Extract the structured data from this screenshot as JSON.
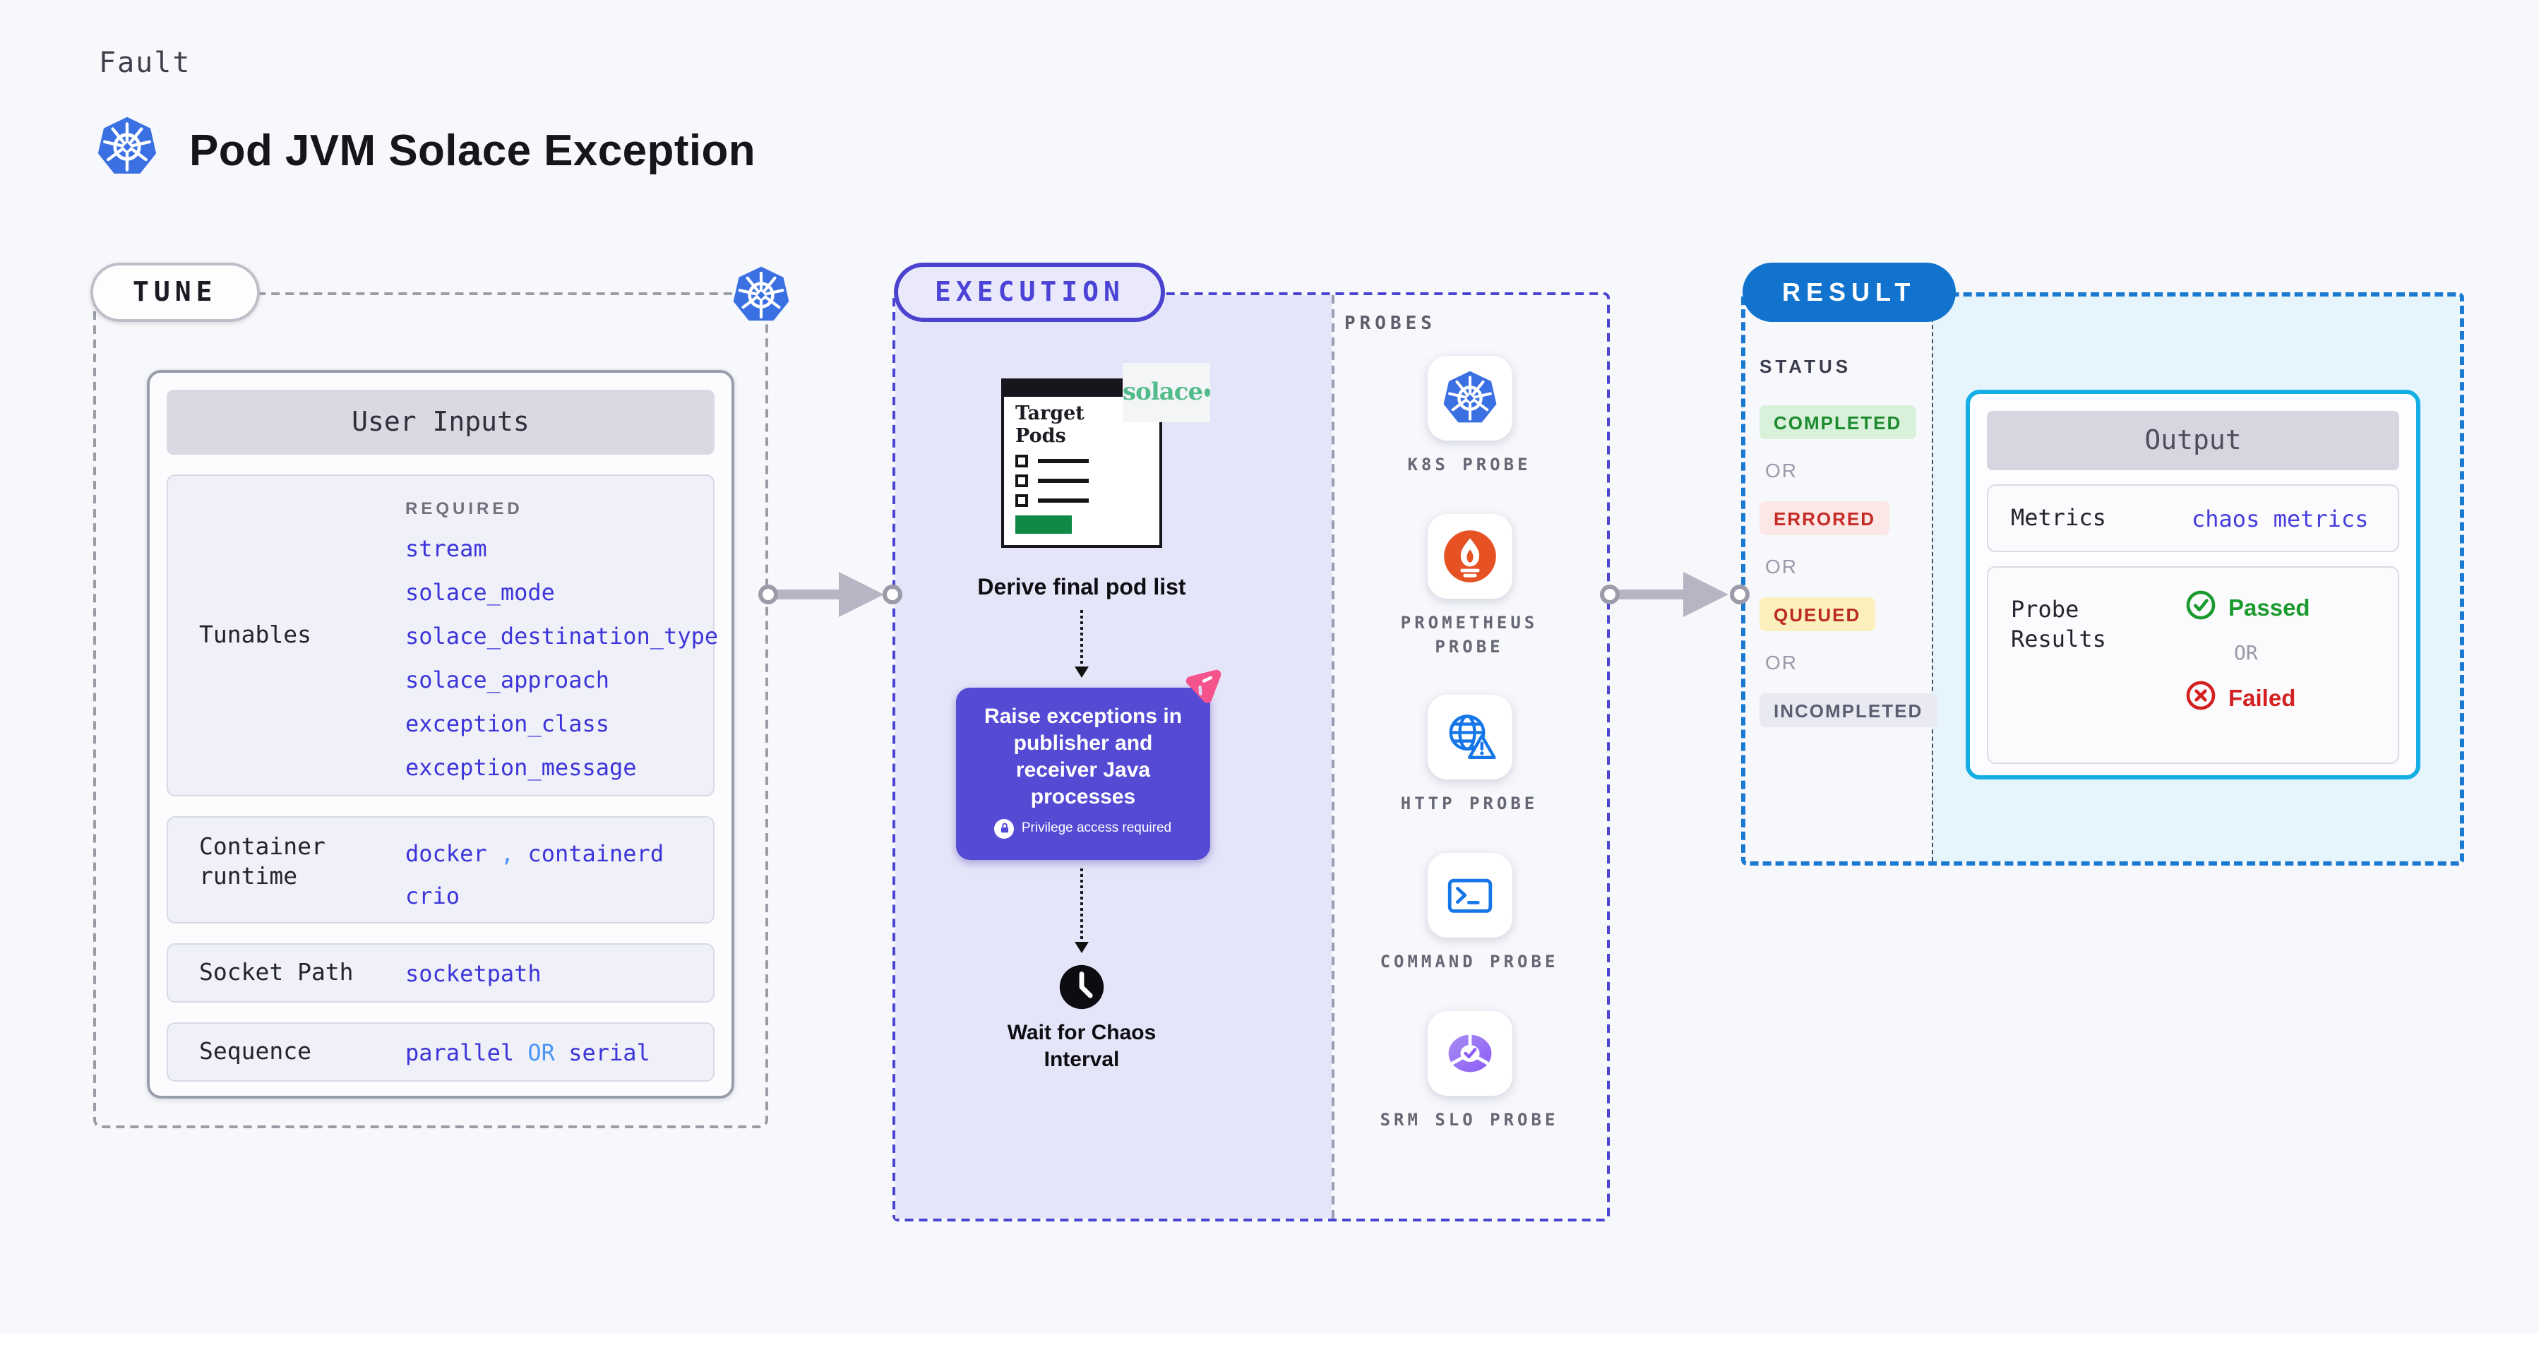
{
  "page": {
    "fault_label": "Fault",
    "title": "Pod JVM Solace Exception"
  },
  "tune": {
    "badge": "TUNE",
    "user_inputs_header": "User Inputs",
    "required_label": "REQUIRED",
    "tunables_label": "Tunables",
    "tunables": [
      "stream",
      "solace_mode",
      "solace_destination_type",
      "solace_approach",
      "exception_class",
      "exception_message"
    ],
    "container_runtime": {
      "label": "Container runtime",
      "value_a": "docker",
      "separator": ",",
      "value_b": "containerd",
      "value_c": "crio"
    },
    "socket_path": {
      "label": "Socket Path",
      "value": "socketpath"
    },
    "sequence": {
      "label": "Sequence",
      "value_a": "parallel",
      "or": "OR",
      "value_b": "serial"
    }
  },
  "execution": {
    "badge": "EXECUTION",
    "target_pods_label": "Target Pods",
    "solace_logo_text": "solace",
    "derive_label": "Derive final pod list",
    "raise_label": "Raise exceptions in publisher and receiver Java processes",
    "privilege_label": "Privilege access required",
    "wait_label": "Wait for Chaos Interval",
    "probes_label": "PROBES",
    "probes": [
      {
        "name": "K8S PROBE",
        "icon": "kubernetes-icon"
      },
      {
        "name": "PROMETHEUS PROBE",
        "icon": "prometheus-icon"
      },
      {
        "name": "HTTP PROBE",
        "icon": "http-globe-icon"
      },
      {
        "name": "COMMAND PROBE",
        "icon": "terminal-icon"
      },
      {
        "name": "SRM SLO PROBE",
        "icon": "slo-donut-icon"
      }
    ]
  },
  "result": {
    "badge": "RESULT",
    "status_label": "STATUS",
    "or_label": "OR",
    "statuses": [
      {
        "label": "COMPLETED",
        "text_color": "#1c8a2e",
        "bg_color": "#d9f1da"
      },
      {
        "label": "ERRORED",
        "text_color": "#c62b25",
        "bg_color": "#fbe7e6"
      },
      {
        "label": "QUEUED",
        "text_color": "#bb2b25",
        "bg_color": "#fcefbe"
      },
      {
        "label": "INCOMPLETED",
        "text_color": "#5d5d72",
        "bg_color": "#e9e9f1"
      }
    ],
    "output": {
      "header": "Output",
      "metrics_label": "Metrics",
      "metrics_value": "chaos metrics",
      "probe_results_label": "Probe Results",
      "passed_label": "Passed",
      "or_label": "OR",
      "failed_label": "Failed"
    }
  },
  "colors": {
    "kubernetes_blue": "#3a70e2",
    "prometheus_orange": "#e75225",
    "probe_icon_blue": "#1576e8",
    "srm_purple": "#8b5cf6",
    "execution_indigo": "#4a43d2",
    "result_blue": "#1173cd",
    "value_blue": "#3c35da",
    "value_light_blue": "#4b96f5",
    "solace_green": "#52bb8b",
    "chaos_pink": "#f4538b",
    "purple_box": "#544ad4",
    "success_green": "#1b9a2e",
    "error_red": "#d42020",
    "target_button_green": "#0e8a46"
  }
}
